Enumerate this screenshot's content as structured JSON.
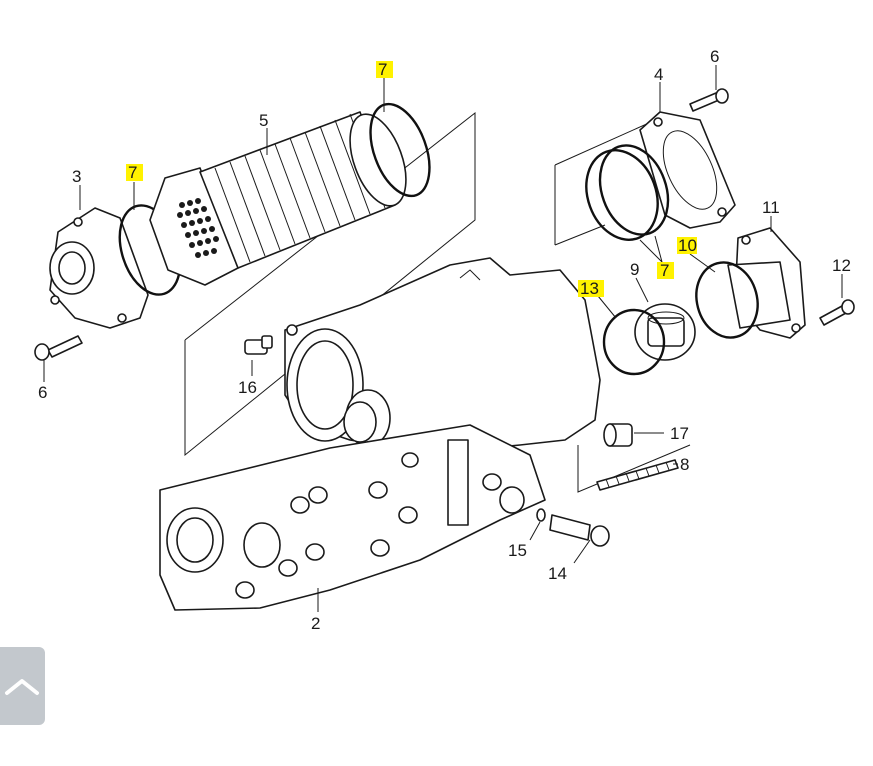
{
  "diagram": {
    "part_labels": {
      "p2": "2",
      "p3": "3",
      "p4": "4",
      "p5": "5",
      "p6a": "6",
      "p6b": "6",
      "p7a": "7",
      "p7b": "7",
      "p7c": "7",
      "p8": "8",
      "p9": "9",
      "p10": "10",
      "p11": "11",
      "p12": "12",
      "p13": "13",
      "p14": "14",
      "p15": "15",
      "p16": "16",
      "p17": "17"
    },
    "highlight_color": "#fff200",
    "line_color": "#1a1a1a"
  },
  "scroll_top": {
    "icon": "chevron-up-icon",
    "background": "#b9bfc5"
  }
}
